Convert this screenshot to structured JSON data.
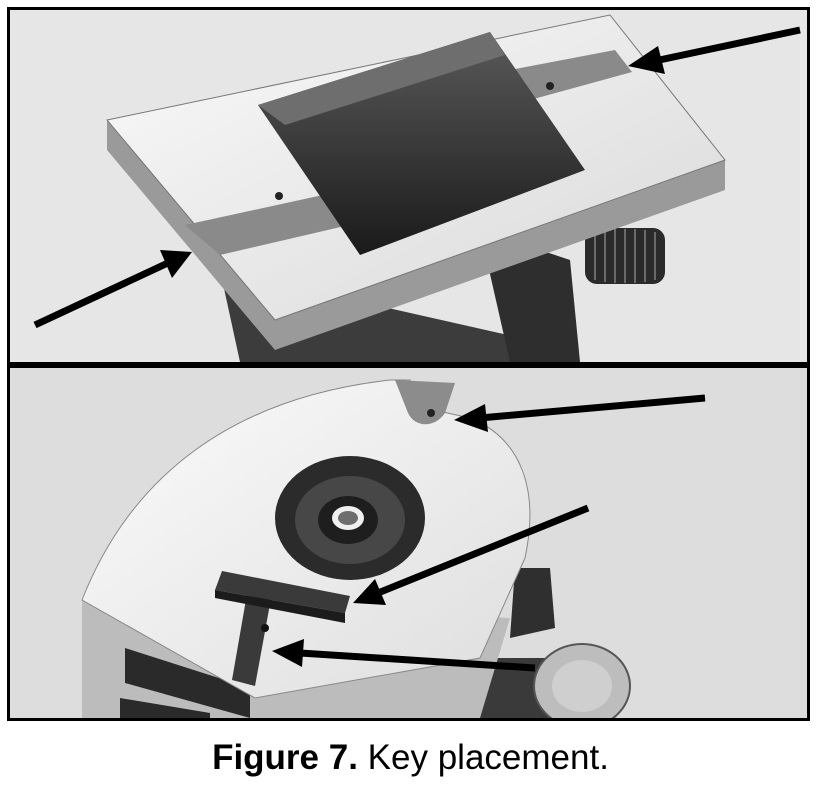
{
  "figure": {
    "number_label": "Figure 7.",
    "caption_text": "Key placement."
  },
  "photos": [
    {
      "subject": "rectangular-bed-with-square-opening",
      "arrow_count": 2
    },
    {
      "subject": "rounded-head-with-spindle-and-key-slots",
      "arrow_count": 3
    }
  ],
  "colors": {
    "frame": "#000000",
    "photo_background": "#dcdcdc",
    "machined_metal": "#f2f2f2",
    "cast_iron": "#4a4a4a",
    "arrow": "#000000"
  }
}
